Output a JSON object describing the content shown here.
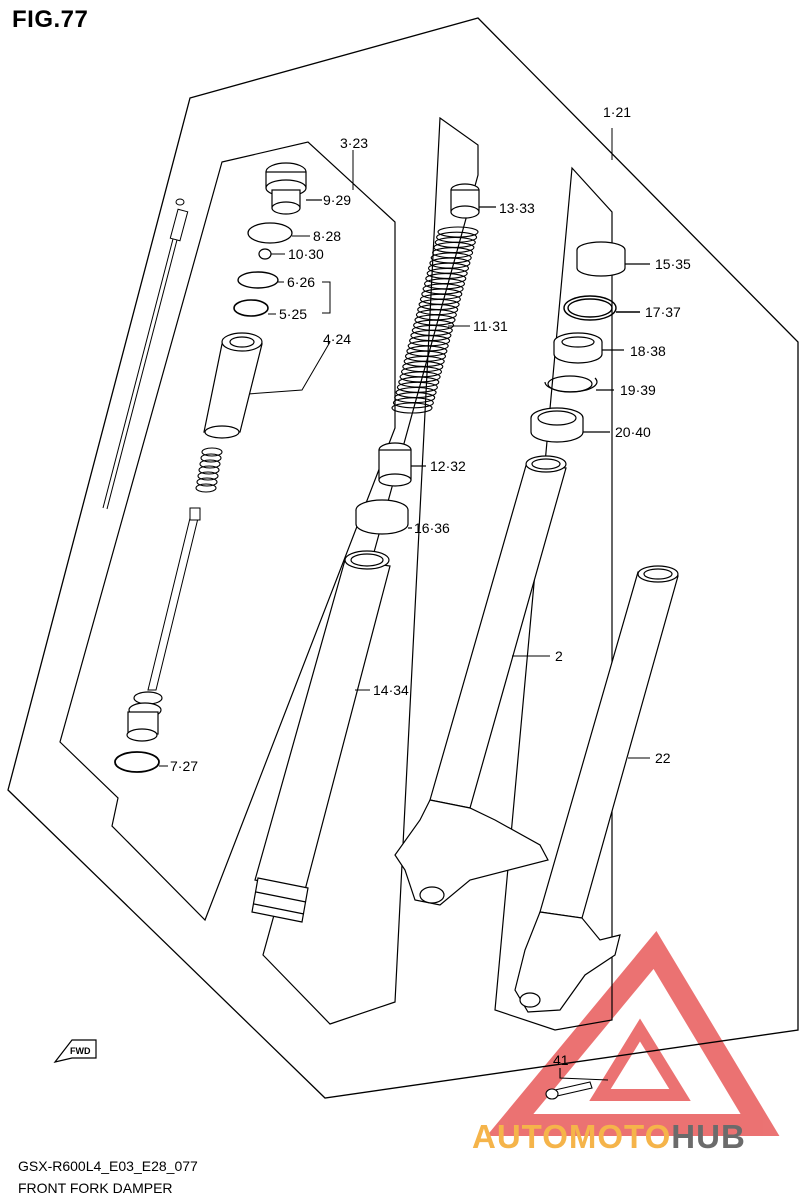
{
  "figure": {
    "title": "FIG.77"
  },
  "caption": {
    "code": "GSX-R600L4_E03_E28_077",
    "name": "FRONT FORK DAMPER"
  },
  "fwd_label": "FWD",
  "watermark": {
    "part1": "AUTOMOTO",
    "part2": "HUB",
    "accent": "#f5b44a",
    "secondary": "#6b6b6b",
    "logo_color": "#e85a5a"
  },
  "callouts": {
    "c1_21": "1·21",
    "c2": "2",
    "c3_23": "3·23",
    "c4_24": "4·24",
    "c5_25": "5·25",
    "c6_26": "6·26",
    "c7_27": "7·27",
    "c8_28": "8·28",
    "c9_29": "9·29",
    "c10_30": "10·30",
    "c11_31": "11·31",
    "c12_32": "12·32",
    "c13_33": "13·33",
    "c14_34": "14·34",
    "c15_35": "15·35",
    "c16_36": "16·36",
    "c17_37": "17·37",
    "c18_38": "18·38",
    "c19_39": "19·39",
    "c20_40": "20·40",
    "c22": "22",
    "c41": "41"
  }
}
